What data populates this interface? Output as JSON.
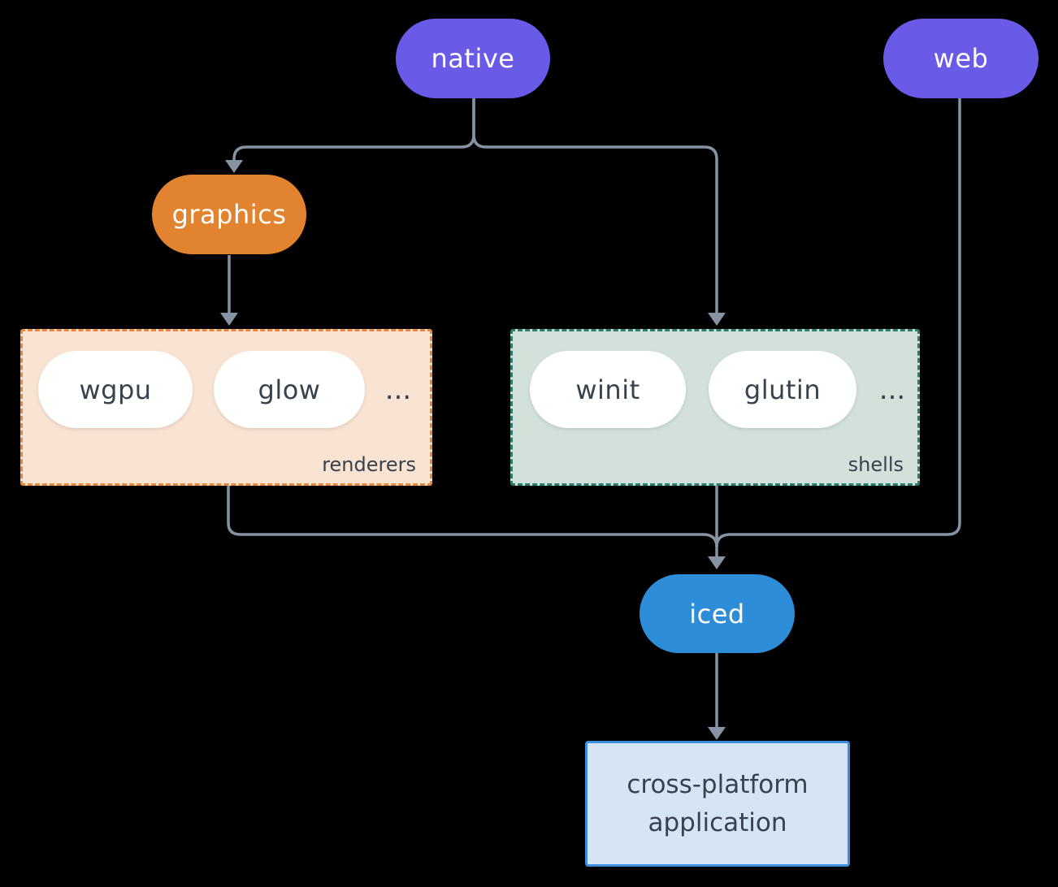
{
  "colors": {
    "background": "#000000",
    "connector": "#8593a2",
    "platform_pill": "#6a5ae8",
    "graphics_pill": "#e2832f",
    "iced_pill": "#2e8dd8",
    "white_pill": "#ffffff",
    "renderers_bg": "#f9e3d3",
    "renderers_border": "#e8883c",
    "shells_bg": "#d3e1da",
    "shells_border": "#2b7d6b",
    "app_bg": "#d6e5f5",
    "app_border": "#3c8ce0",
    "dark_text": "#37424e",
    "pill_text": "#ffffff"
  },
  "nodes": {
    "native": "native",
    "web": "web",
    "graphics": "graphics",
    "iced": "iced",
    "app_line1": "cross-platform",
    "app_line2": "application"
  },
  "renderers": {
    "label": "renderers",
    "items": [
      "wgpu",
      "glow"
    ],
    "ellipsis": "..."
  },
  "shells": {
    "label": "shells",
    "items": [
      "winit",
      "glutin"
    ],
    "ellipsis": "..."
  }
}
